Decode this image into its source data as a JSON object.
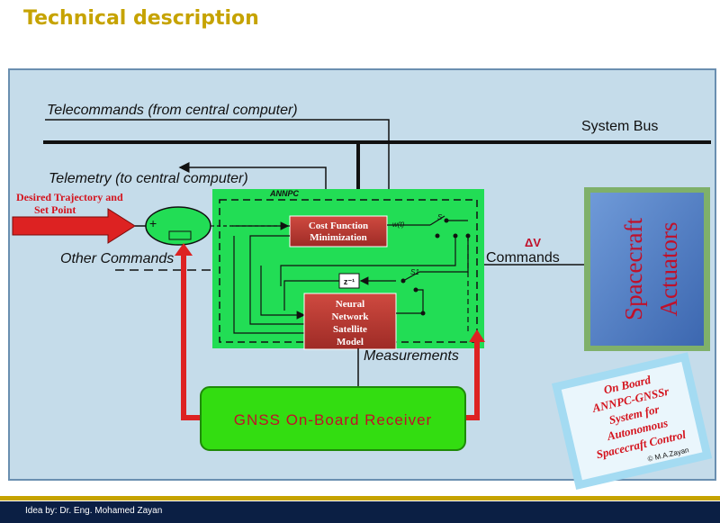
{
  "slide": {
    "title": "Technical description",
    "footer": "Idea by: Dr. Eng. Mohamed Zayan"
  },
  "diagram": {
    "telecommands": "Telecommands (from central computer)",
    "system_bus": "System Bus",
    "telemetry": "Telemetry (to central computer)",
    "desired_trajectory_line1": "Desired Trajectory and",
    "desired_trajectory_line2": "Set Point",
    "annpc": "ANNPC",
    "cost_function_line1": "Cost Function",
    "cost_function_line2": "Minimization",
    "w_label": "w(t)",
    "s_label": "S",
    "s1_label": "S1",
    "z_label": "z⁻¹",
    "neural_line1": "Neural",
    "neural_line2": "Network",
    "neural_line3": "Satellite",
    "neural_line4": "Model",
    "other_commands": "Other Commands",
    "delta_v": "ΔV",
    "commands": "Commands",
    "measurements": "Measurements",
    "gnss": "GNSS On-Board Receiver",
    "actuators_line1": "Spacecraft",
    "actuators_line2": "Actuators",
    "callout_line1": "On Board",
    "callout_line2": "ANNPC-GNSSr",
    "callout_line3": "System for",
    "callout_line4": "Autonomous",
    "callout_line5": "Spacecraft Control",
    "copyright": "© M.A.Zayan"
  },
  "colors": {
    "title": "#c6a300",
    "panel_bg": "#c5dcea",
    "annpc_green": "#22dd55",
    "block_red": "#b83a34",
    "actuator_blue": "#4f7ec6",
    "gnss_green": "#33dd11",
    "arrow_red": "#dd2222"
  }
}
